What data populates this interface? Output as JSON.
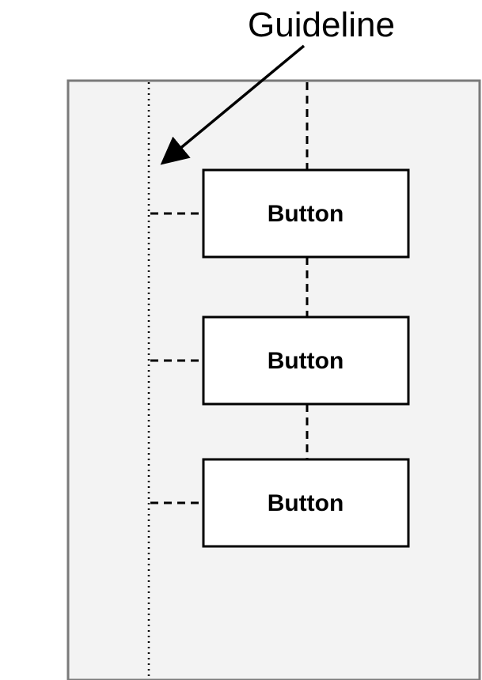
{
  "callout": {
    "label": "Guideline"
  },
  "buttons": [
    {
      "label": "Button"
    },
    {
      "label": "Button"
    },
    {
      "label": "Button"
    }
  ],
  "colors": {
    "screen_bg": "#f3f3f3",
    "screen_border": "#7a7a7a",
    "button_fill": "#ffffff",
    "stroke": "#000000",
    "text": "#000000"
  }
}
